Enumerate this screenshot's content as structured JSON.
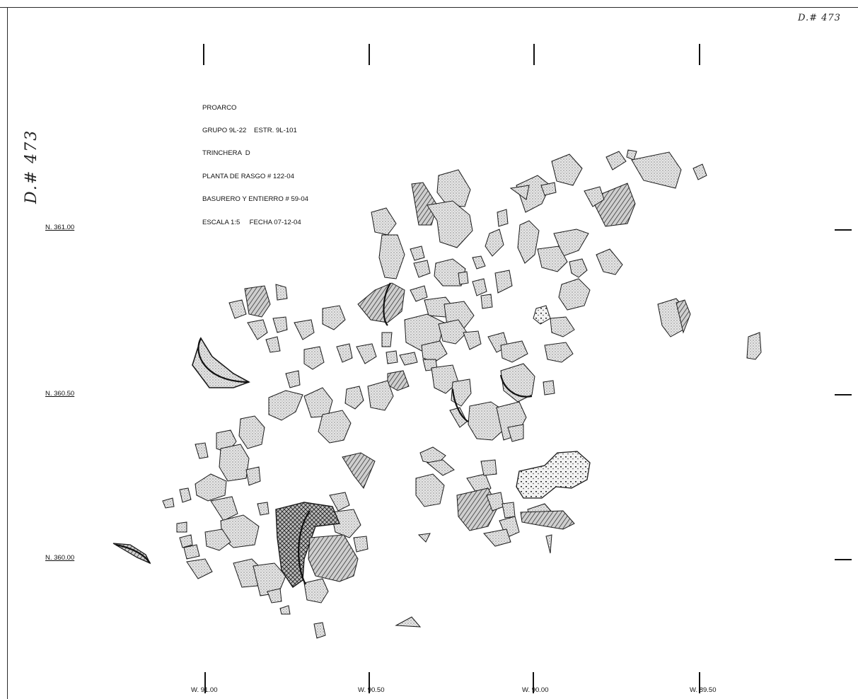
{
  "drawing_number_top": "D.# 473",
  "drawing_number_side": "D.# 473",
  "title_block": [
    "PROARCO",
    "GRUPO 9L-22    ESTR. 9L-101",
    "TRINCHERA  D",
    "PLANTA DE RASGO # 122-04",
    "BASURERO Y ENTIERRO # 59-04",
    "ESCALA 1:5     FECHA 07-12-04"
  ],
  "grid": {
    "north_labels": [
      "N. 361.00",
      "N. 360.50",
      "N. 360.00"
    ],
    "west_labels": [
      "W. 91.00",
      "W. 90.50",
      "W. 90.00",
      "W. 89.50"
    ]
  },
  "colors": {
    "ink": "#111111",
    "stipple": "#8a8a8a",
    "sherd_fill": "#d9d9d9"
  }
}
